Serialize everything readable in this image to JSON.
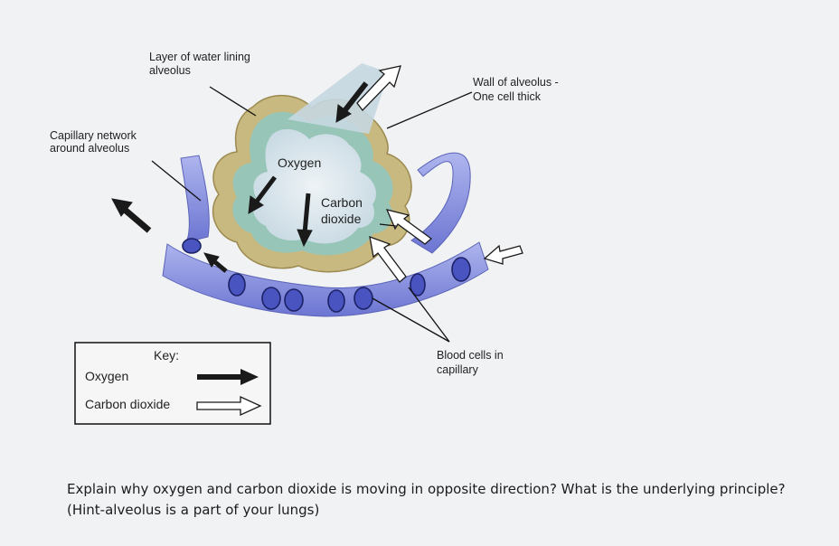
{
  "labels": {
    "water_layer": [
      "Layer of water lining",
      "alveolus"
    ],
    "wall": [
      "Wall of alveolus -",
      "One cell thick"
    ],
    "capillary": [
      "Capillary network",
      "around alveolus"
    ],
    "oxygen": "Oxygen",
    "carbon_dioxide": [
      "Carbon",
      "dioxide"
    ],
    "blood_cells": [
      "Blood cells in",
      "capillary"
    ]
  },
  "key": {
    "title": "Key:",
    "oxygen": "Oxygen",
    "carbon_dioxide": "Carbon dioxide"
  },
  "question": "Explain why oxygen and carbon dioxide is moving in opposite direction? What is the underlying principle?(Hint-alveolus is a part of your lungs)",
  "colors": {
    "capillary": "#7f87dc",
    "capillary_light": "#b9bff0",
    "alveolus_wall": "#c9b77e",
    "water_layer": "#8cc3bf",
    "alveolus_air": "#d9e3ea",
    "oxygen_arrow": "#1a1a1a",
    "co2_arrow": "#ffffff"
  }
}
